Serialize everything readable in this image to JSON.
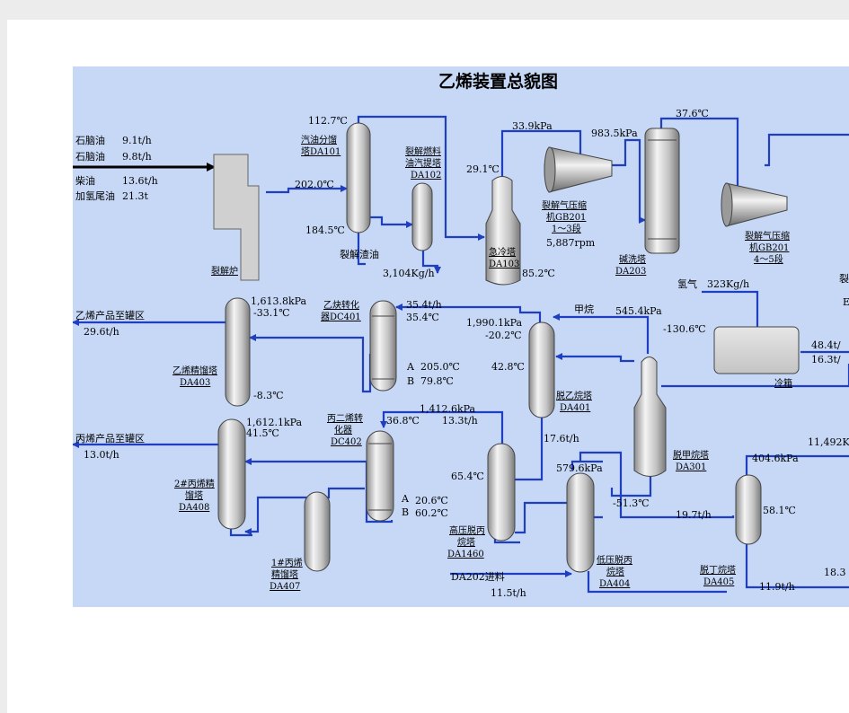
{
  "title": "乙烯装置总貌图",
  "colors": {
    "pipe": "#1f3fbf",
    "panel": "#c6d8f6",
    "vessel": "#d0d0d0"
  },
  "feeds": {
    "f1_label": "石脑油",
    "f1_value": "9.1t/h",
    "f2_label": "石脑油",
    "f2_value": "9.8t/h",
    "f3_label": "柴油",
    "f3_value": "13.6t/h",
    "f4_label": "加氢尾油",
    "f4_value": "21.3t"
  },
  "furnace": {
    "label": "裂解炉"
  },
  "da101": {
    "name_line1": "汽油分馏",
    "name_line2": "塔DA101",
    "top_temp": "112.7℃",
    "feed_temp": "202.0℃",
    "bottom_temp": "184.5℃"
  },
  "da102": {
    "name_line1": "裂解燃料",
    "name_line2": "油汽提塔",
    "name_line3": "DA102",
    "residue_label": "裂解渣油",
    "residue_flow": "3,104Kg/h"
  },
  "da103": {
    "name_line1": "急冷塔",
    "name_line2": "DA103",
    "top_temp": "29.1℃",
    "bottom_temp": "85.2℃"
  },
  "gb201_1": {
    "pressure": "33.9kPa",
    "name_line1": "裂解气压缩",
    "name_line2": "机GB201",
    "name_line3": "1～3段",
    "speed": "5,887rpm"
  },
  "da203": {
    "pressure": "983.5kPa",
    "name_line1": "碱洗塔",
    "name_line2": "DA203",
    "top_temp": "37.6℃"
  },
  "gb201_2": {
    "name_line1": "裂解气压缩",
    "name_line2": "机GB201",
    "name_line3": "4～5段"
  },
  "edge": {
    "right_top": "裂",
    "right_mid": "E",
    "flow1": "48.4t/",
    "flow2": "16.3t/",
    "right_bottom": "18.3",
    "right_press": "11,492K"
  },
  "hydrogen": {
    "label": "氢气",
    "flow": "323Kg/h"
  },
  "coldbox": {
    "label": "冷箱",
    "temp": "-130.6℃"
  },
  "methane": {
    "label": "甲烷",
    "pressure": "545.4kPa"
  },
  "da301": {
    "name_line1": "脱甲烷塔",
    "name_line2": "DA301",
    "bottom_temp": "-51.3℃"
  },
  "da401": {
    "pressure": "1,990.1kPa",
    "top_temp": "-20.2℃",
    "mid_temp": "42.8℃",
    "name_line1": "脱乙烷塔",
    "name_line2": "DA401",
    "bottom_flow": "17.6t/h"
  },
  "dc401": {
    "name_line1": "乙炔转化",
    "name_line2": "器DC401",
    "flow": "35.4t/h",
    "temp": "35.4℃",
    "a_label": "A",
    "a_temp": "205.0℃",
    "b_label": "B",
    "b_temp": "79.8℃"
  },
  "da403": {
    "pressure": "1,613.8kPa",
    "top_temp": "-33.1℃",
    "bottom_temp": "-8.3℃",
    "name_line1": "乙烯精馏塔",
    "name_line2": "DA403"
  },
  "ethylene_out": {
    "label": "乙烯产品至罐区",
    "flow": "29.6t/h"
  },
  "da1460": {
    "pressure": "1,412.6kPa",
    "flow": "13.3t/h",
    "mid_temp": "65.4℃",
    "name_line1": "高压脱丙",
    "name_line2": "烷塔",
    "name_line3": "DA1460"
  },
  "dc402": {
    "name_line1": "丙二烯转",
    "name_line2": "化器",
    "name_line3": "DC402",
    "temp": "36.8℃",
    "a_label": "A",
    "a_temp": "20.6℃",
    "b_label": "B",
    "b_temp": "60.2℃"
  },
  "da408": {
    "pressure": "1,612.1kPa",
    "top_temp": "41.5℃",
    "name_line1": "2#丙烯精",
    "name_line2": "馏塔",
    "name_line3": "DA408"
  },
  "propylene_out": {
    "label": "丙烯产品至罐区",
    "flow": "13.0t/h"
  },
  "da407": {
    "name_line1": "1#丙烯",
    "name_line2": "精馏塔",
    "name_line3": "DA407"
  },
  "da404": {
    "pressure": "579.6kPa",
    "name_line1": "低压脱丙",
    "name_line2": "烷塔",
    "name_line3": "DA404"
  },
  "da202": {
    "label": "DA202进料",
    "flow": "11.5t/h"
  },
  "da405": {
    "pressure": "404.6kPa",
    "temp": "58.1℃",
    "feed_flow": "19.7t/h",
    "name_line1": "脱丁烷塔",
    "name_line2": "DA405",
    "bottom_flow": "11.9t/h"
  }
}
